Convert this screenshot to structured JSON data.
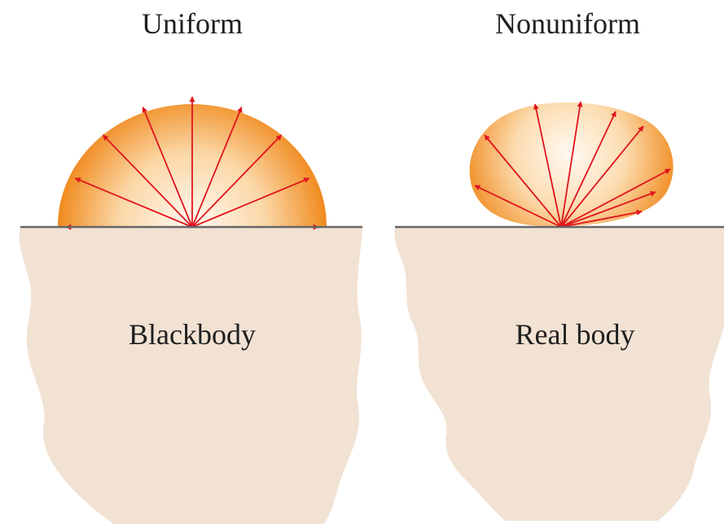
{
  "panels": [
    {
      "heading": "Uniform",
      "body_label": "Blackbody"
    },
    {
      "heading": "Nonuniform",
      "body_label": "Real body"
    }
  ],
  "colors": {
    "surface_line": "#666666",
    "body_fill": "#f2e2d4",
    "arrow": "#e0141d",
    "lobe_outer": "#f08a1e",
    "lobe_inner": "#fffaf4",
    "text": "#1f1f1f"
  }
}
